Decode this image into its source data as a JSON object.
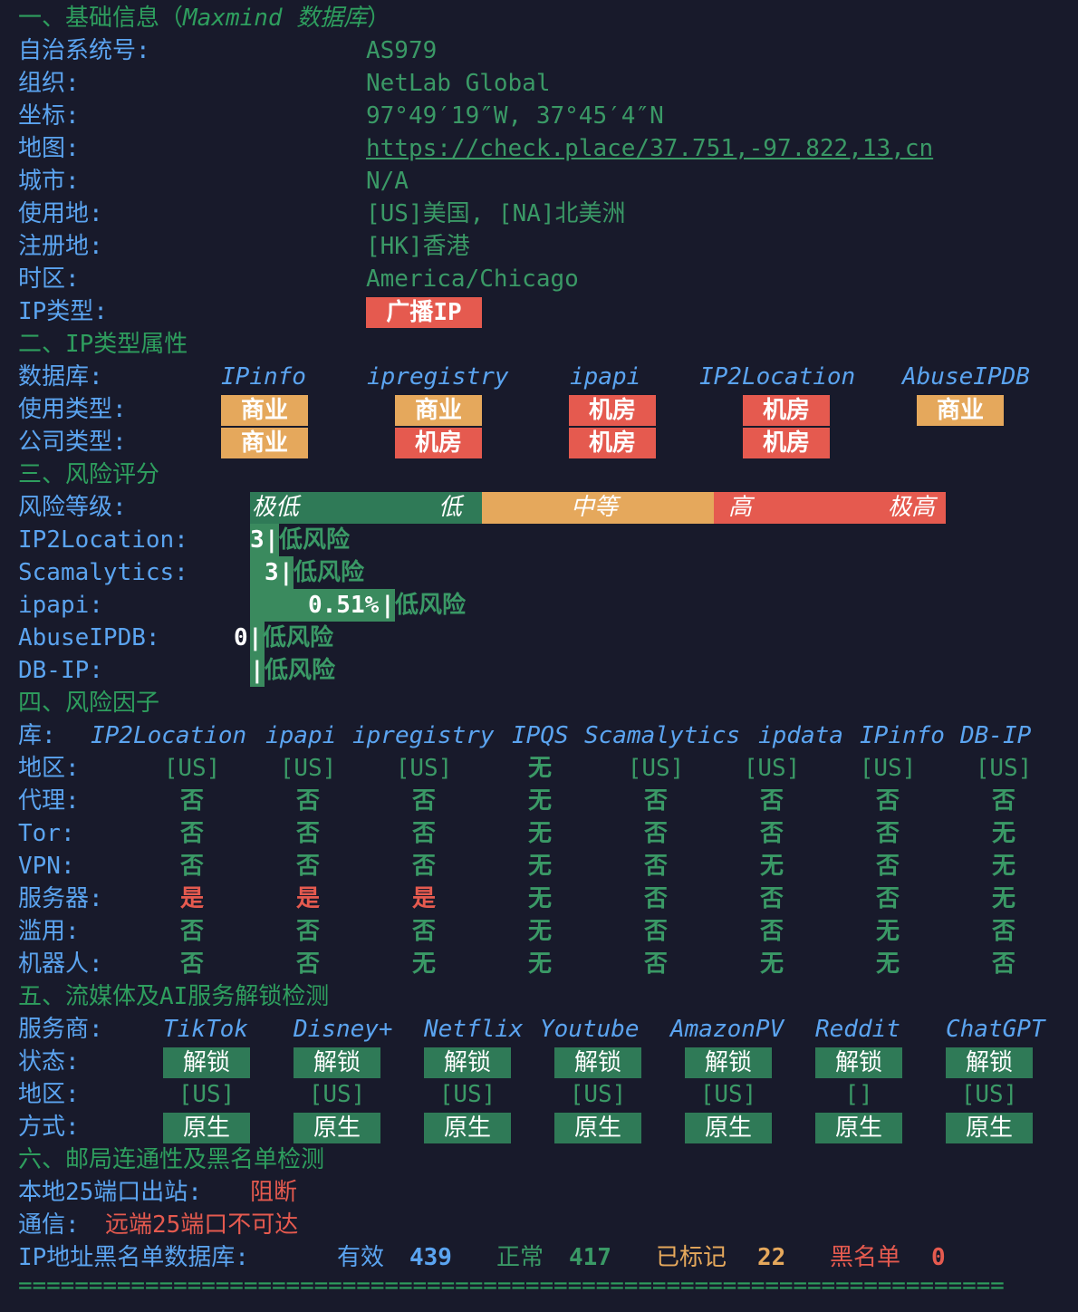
{
  "s1": {
    "title_a": "一、基础信息（",
    "title_b": "Maxmind 数据库",
    "title_c": "）",
    "rows": [
      {
        "label": "自治系统号:",
        "value": "AS979"
      },
      {
        "label": "组织:",
        "value": "NetLab Global"
      },
      {
        "label": "坐标:",
        "value": "97°49′19″W, 37°45′4″N"
      },
      {
        "label": "地图:",
        "value": "https://check.place/37.751,-97.822,13,cn"
      },
      {
        "label": "城市:",
        "value": "N/A"
      },
      {
        "label": "使用地:",
        "value": "[US]美国, [NA]北美洲"
      },
      {
        "label": "注册地:",
        "value": "[HK]香港"
      },
      {
        "label": "时区:",
        "value": "America/Chicago"
      }
    ],
    "ip_type_label": "IP类型:",
    "ip_type_value": "广播IP"
  },
  "s2": {
    "title": "二、IP类型属性",
    "db_label": "数据库:",
    "dbs": [
      "IPinfo",
      "ipregistry",
      "ipapi",
      "IP2Location",
      "AbuseIPDB"
    ],
    "usage_label": "使用类型:",
    "usage": [
      "商业",
      "商业",
      "机房",
      "机房",
      "商业"
    ],
    "company_label": "公司类型:",
    "company": [
      "商业",
      "机房",
      "机房",
      "机房"
    ]
  },
  "s3": {
    "title": "三、风险评分",
    "level_label": "风险等级:",
    "levels": [
      "极低",
      "低",
      "中等",
      "高",
      "极高"
    ],
    "scores": [
      {
        "label": "IP2Location:",
        "score": "3",
        "text": "低风险",
        "fill": 0.03
      },
      {
        "label": "Scamalytics:",
        "score": "3",
        "text": "低风险",
        "fill": 0.03
      },
      {
        "label": "ipapi:",
        "score": "0.51%",
        "text": "低风险",
        "fill": 0.2
      },
      {
        "label": "AbuseIPDB:",
        "score": "0",
        "text": "低风险",
        "fill": 0.0
      },
      {
        "label": "DB-IP:",
        "score": "",
        "text": "低风险",
        "fill": 0.0
      }
    ]
  },
  "s4": {
    "title": "四、风险因子",
    "lib_label": "库:",
    "libs": [
      "IP2Location",
      "ipapi",
      "ipregistry",
      "IPQS",
      "Scamalytics",
      "ipdata",
      "IPinfo",
      "DB-IP"
    ],
    "rows": [
      {
        "label": "地区:",
        "cells": [
          "[US]",
          "[US]",
          "[US]",
          "无",
          "[US]",
          "[US]",
          "[US]",
          "[US]"
        ]
      },
      {
        "label": "代理:",
        "cells": [
          "否",
          "否",
          "否",
          "无",
          "否",
          "否",
          "否",
          "否"
        ]
      },
      {
        "label": "Tor:",
        "cells": [
          "否",
          "否",
          "否",
          "无",
          "否",
          "否",
          "否",
          "无"
        ]
      },
      {
        "label": "VPN:",
        "cells": [
          "否",
          "否",
          "否",
          "无",
          "否",
          "无",
          "否",
          "无"
        ]
      },
      {
        "label": "服务器:",
        "cells": [
          "是",
          "是",
          "是",
          "无",
          "否",
          "否",
          "否",
          "无"
        ]
      },
      {
        "label": "滥用:",
        "cells": [
          "否",
          "否",
          "否",
          "无",
          "否",
          "否",
          "无",
          "否"
        ]
      },
      {
        "label": "机器人:",
        "cells": [
          "否",
          "否",
          "无",
          "无",
          "否",
          "无",
          "无",
          "否"
        ]
      }
    ]
  },
  "s5": {
    "title": "五、流媒体及AI服务解锁检测",
    "provider_label": "服务商:",
    "providers": [
      "TikTok",
      "Disney+",
      "Netflix",
      "Youtube",
      "AmazonPV",
      "Reddit",
      "ChatGPT"
    ],
    "status_label": "状态:",
    "status": [
      "解锁",
      "解锁",
      "解锁",
      "解锁",
      "解锁",
      "解锁",
      "解锁"
    ],
    "region_label": "地区:",
    "regions": [
      "[US]",
      "[US]",
      "[US]",
      "[US]",
      "[US]",
      "[]",
      "[US]"
    ],
    "method_label": "方式:",
    "methods": [
      "原生",
      "原生",
      "原生",
      "原生",
      "原生",
      "原生",
      "原生"
    ]
  },
  "s6": {
    "title": "六、邮局连通性及黑名单检测",
    "port_label": "本地25端口出站:",
    "port_value": "阻断",
    "comm_label": "通信:",
    "comm_value": "远端25端口不可达",
    "bl_label": "IP地址黑名单数据库:",
    "valid_label": "有效",
    "valid": "439",
    "normal_label": "正常",
    "normal": "417",
    "marked_label": "已标记",
    "marked": "22",
    "black_label": "黑名单",
    "black": "0"
  },
  "separator": "======================================================================"
}
